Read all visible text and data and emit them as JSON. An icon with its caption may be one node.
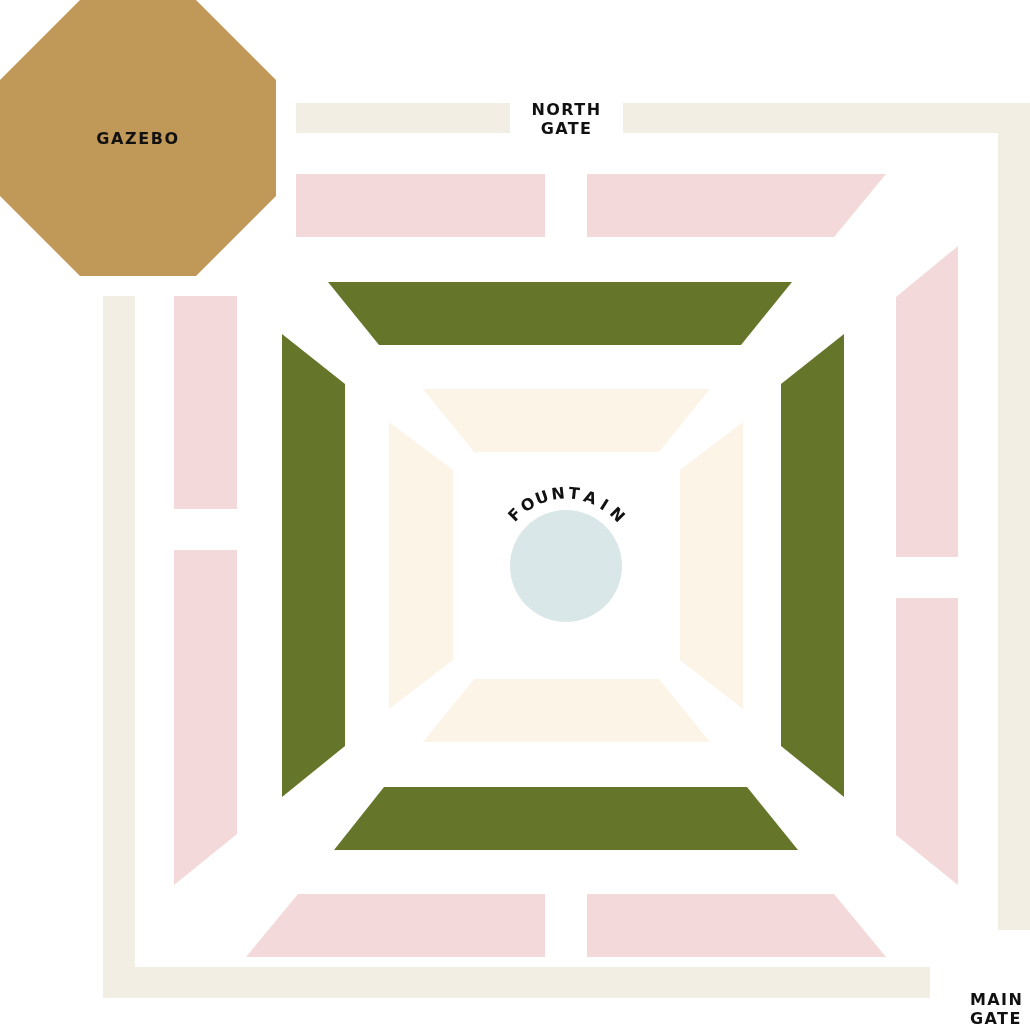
{
  "diagram": {
    "nodes": [
      {
        "text": [
          "GAZEBO"
        ]
      },
      {
        "text": [
          "FOUNTAIN"
        ]
      }
    ],
    "labels": [
      "NORTH GATE",
      "MAIN GATE"
    ]
  }
}
